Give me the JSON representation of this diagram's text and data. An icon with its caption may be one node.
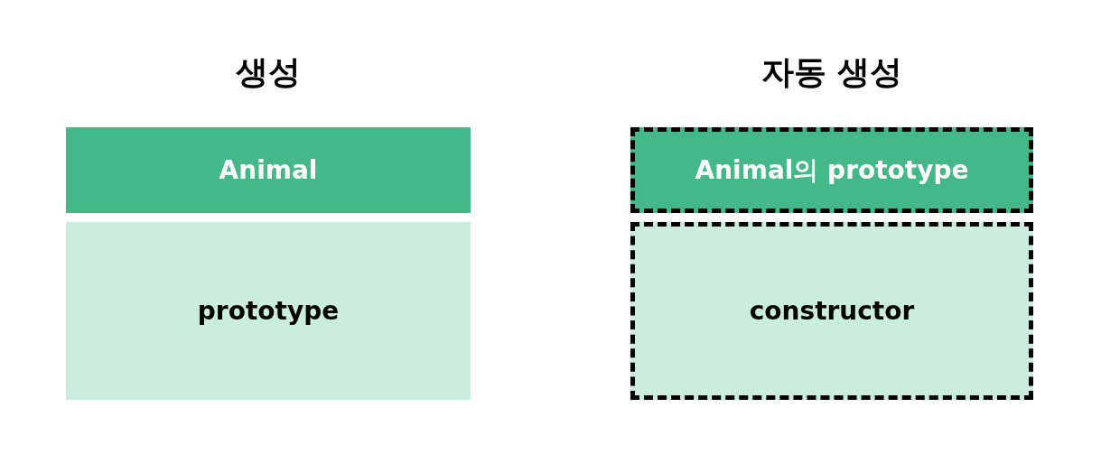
{
  "diagram": {
    "nodes": [
      {
        "text": [
          "Animal"
        ]
      },
      {
        "text": [
          "prototype"
        ]
      },
      {
        "text": [
          "Animal의 prototype"
        ]
      },
      {
        "text": [
          "constructor"
        ]
      }
    ],
    "labels": [
      "생성",
      "자동 생성"
    ]
  }
}
